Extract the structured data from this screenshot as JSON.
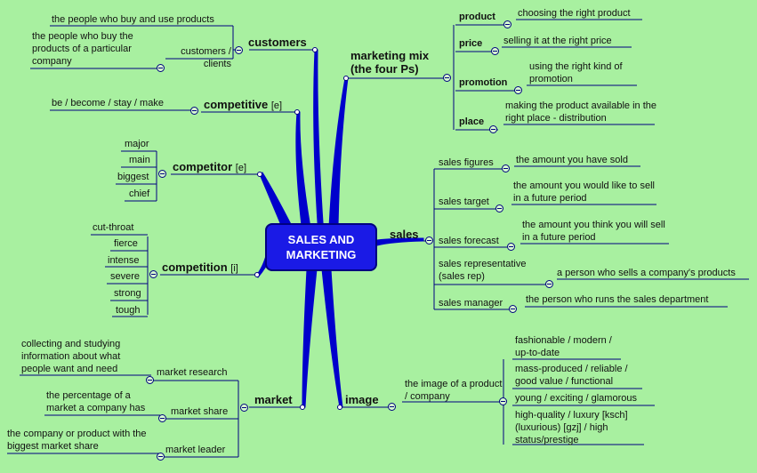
{
  "center": {
    "line1": "SALES AND",
    "line2": "MARKETING"
  },
  "customers": {
    "title": "customers",
    "sub": "customers / clients",
    "def1": "the people who buy and use products",
    "def2": "the people who buy the products of a particular company"
  },
  "competitive": {
    "title": "competitive",
    "tag": "[e]",
    "collocates": "be / become / stay / make"
  },
  "competitor": {
    "title": "competitor",
    "tag": "[e]",
    "items": [
      "major",
      "main",
      "biggest",
      "chief"
    ]
  },
  "competition": {
    "title": "competition",
    "tag": "[i]",
    "items": [
      "cut-throat",
      "fierce",
      "intense",
      "severe",
      "strong",
      "tough"
    ]
  },
  "market": {
    "title": "market",
    "research": "market research",
    "research_def": "collecting and studying information about what people want and need",
    "share": "market share",
    "share_def": "the percentage of a market a company has",
    "leader": "market leader",
    "leader_def": "the company or product with the biggest market share"
  },
  "marketing_mix": {
    "title": "marketing mix (the four Ps)",
    "items": [
      {
        "label": "product",
        "def": "choosing the right product"
      },
      {
        "label": "price",
        "def": "selling it at the right price"
      },
      {
        "label": "promotion",
        "def": "using the right kind of promotion"
      },
      {
        "label": "place",
        "def": "making the product available in the right place - distribution"
      }
    ]
  },
  "sales": {
    "title": "sales",
    "items": [
      {
        "label": "sales figures",
        "def": "the amount you have sold"
      },
      {
        "label": "sales target",
        "def": "the amount you would like to sell in a future period"
      },
      {
        "label": "sales forecast",
        "def": "the amount you think you will sell in a future period"
      },
      {
        "label": "sales representative (sales rep)",
        "def": "a person who sells a company's products"
      },
      {
        "label": "sales manager",
        "def": "the person who runs the sales department"
      }
    ]
  },
  "image": {
    "title": "image",
    "sub": "the image of a product / company",
    "items": [
      "fashionable / modern / up-to-date",
      "mass-produced / reliable / good value / functional",
      "young / exciting / glamorous",
      "high-quality / luxury [ksch] (luxurious) [gzj] / high status/prestige"
    ]
  }
}
